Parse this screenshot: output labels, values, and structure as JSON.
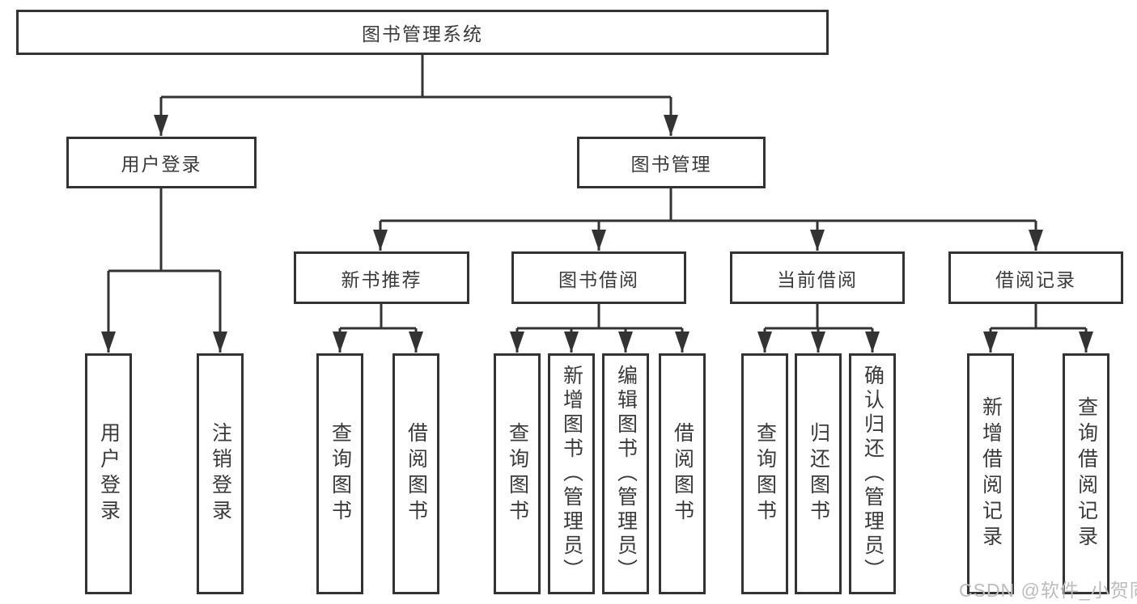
{
  "nodes": {
    "root": {
      "label": "图书管理系统"
    },
    "user_login": {
      "label": "用户登录",
      "children": [
        {
          "label": "用户登录"
        },
        {
          "label": "注销登录"
        }
      ]
    },
    "book_mgmt": {
      "label": "图书管理",
      "children": [
        {
          "label": "新书推荐",
          "children": [
            {
              "label": "查询图书"
            },
            {
              "label": "借阅图书"
            }
          ]
        },
        {
          "label": "图书借阅",
          "children": [
            {
              "label": "查询图书"
            },
            {
              "label": "新增图书（管理员）"
            },
            {
              "label": "编辑图书（管理员）"
            },
            {
              "label": "借阅图书"
            }
          ]
        },
        {
          "label": "当前借阅",
          "children": [
            {
              "label": "查询图书"
            },
            {
              "label": "归还图书"
            },
            {
              "label": "确认归还（管理员）"
            }
          ]
        },
        {
          "label": "借阅记录",
          "children": [
            {
              "label": "新增借阅记录"
            },
            {
              "label": "查询借阅记录"
            }
          ]
        }
      ]
    }
  },
  "watermark": "CSDN @软件_小贺同学",
  "colors": {
    "line": "#333333",
    "box_border": "#333333",
    "text": "#3a3a3a",
    "watermark": "#bcbcbc",
    "background": "#ffffff"
  }
}
